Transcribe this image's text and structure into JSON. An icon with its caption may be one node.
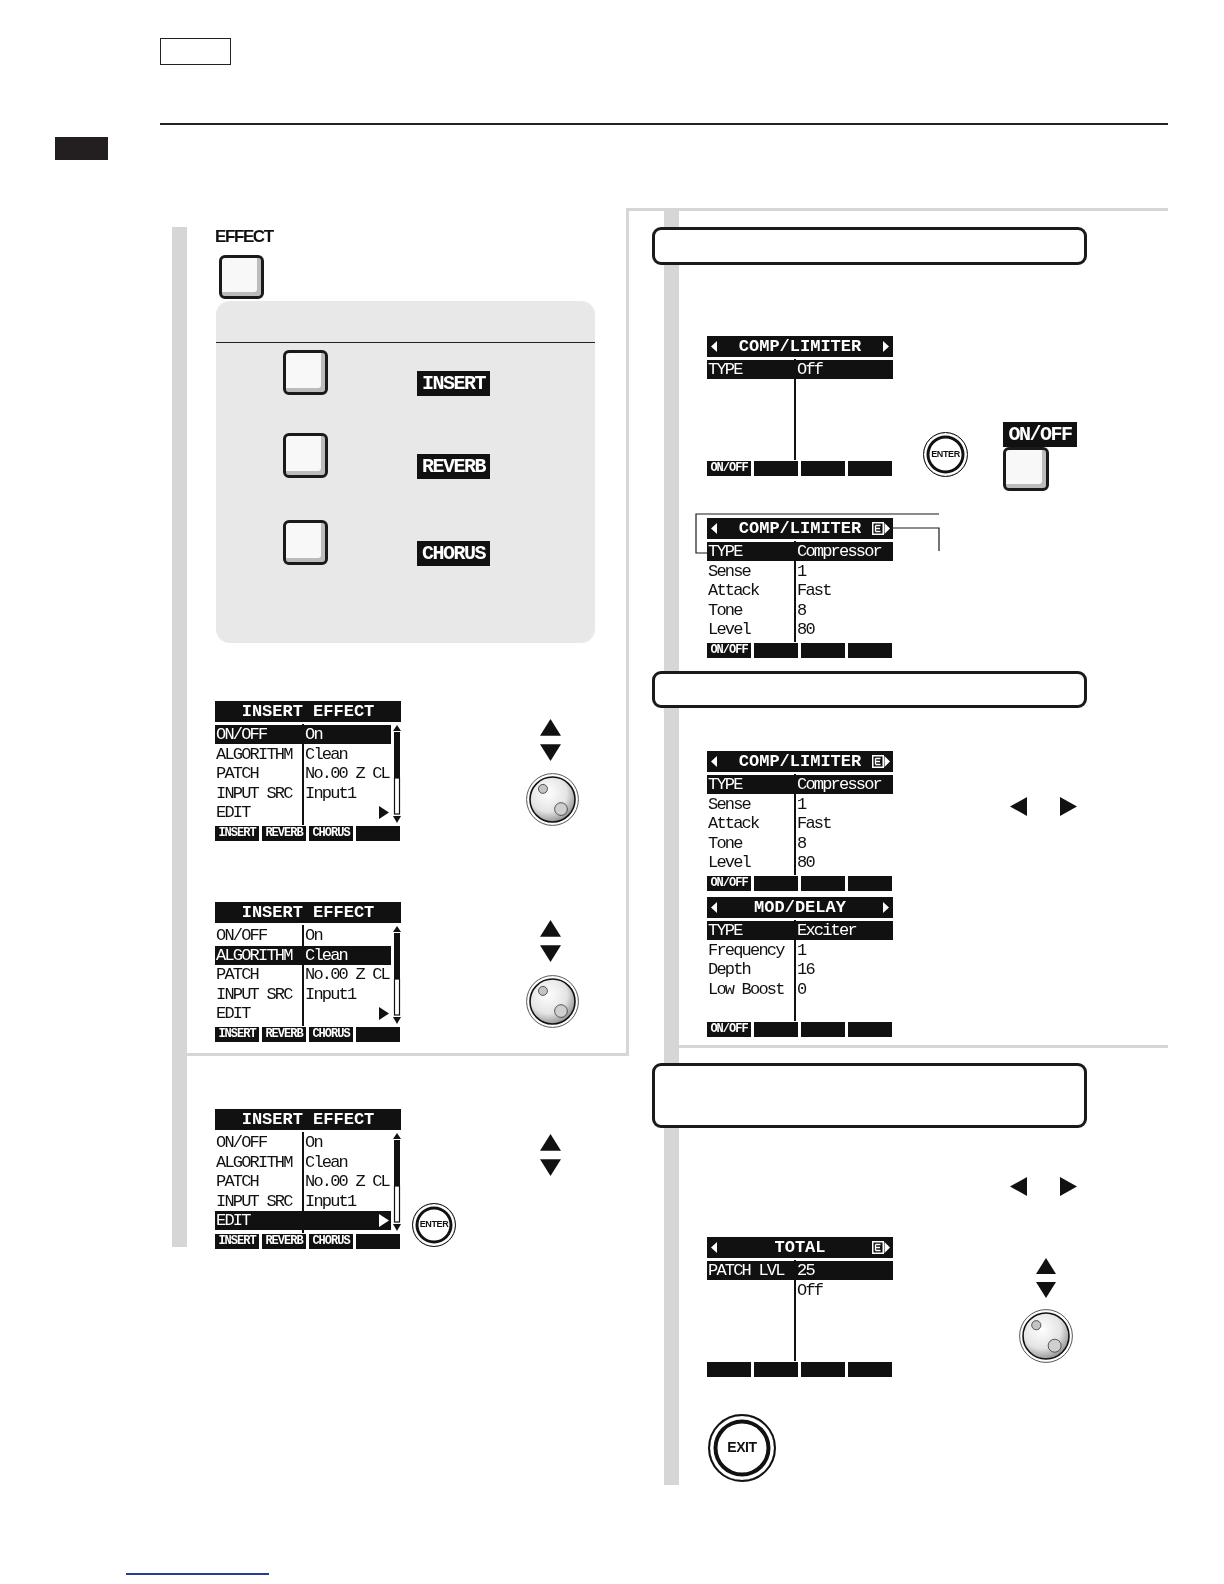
{
  "diagram": {
    "nodes": [
      {
        "text": [],
        "shape": "bar"
      },
      {
        "text": [
          "EFFECT"
        ]
      },
      {
        "text": [],
        "shape": "box"
      },
      {
        "text": [],
        "shape": "box",
        "in": 2
      },
      {
        "text": [
          "INSERT"
        ],
        "in": 2
      },
      {
        "text": [],
        "shape": "box",
        "in": 2
      },
      {
        "text": [
          "REVERB"
        ],
        "in": 2
      },
      {
        "text": [],
        "shape": "box",
        "in": 2
      },
      {
        "text": [
          "CHORUS"
        ],
        "in": 2
      },
      {
        "text": [
          "INSERT EFFECT",
          "ON/OFF",
          "On",
          "ALGORITHM",
          "Clean",
          "PATCH",
          "No.00 Z CL",
          "INPUT SRC",
          "Input1",
          "EDIT",
          "INSERT",
          "REVERB",
          "CHORUS"
        ]
      },
      {
        "text": [
          "INSERT EFFECT",
          "ON/OFF",
          "On",
          "ALGORITHM",
          "Clean",
          "PATCH",
          "No.00 Z CL",
          "INPUT SRC",
          "Input1",
          "EDIT",
          "INSERT",
          "REVERB",
          "CHORUS"
        ]
      },
      {
        "text": [
          "INSERT EFFECT",
          "ON/OFF",
          "On",
          "ALGORITHM",
          "Clean",
          "PATCH",
          "No.00 Z CL",
          "INPUT SRC",
          "Input1",
          "EDIT",
          "INSERT",
          "REVERB",
          "CHORUS"
        ]
      },
      {
        "text": [
          "ENTER"
        ]
      },
      {
        "text": [],
        "shape": "bar"
      },
      {
        "text": [
          "COMP/LIMITER",
          "TYPE",
          "Off",
          "ON/OFF"
        ]
      },
      {
        "text": [
          "ENTER"
        ]
      },
      {
        "text": [
          "ON/OFF"
        ]
      },
      {
        "text": [
          "COMP/LIMITER",
          "TYPE",
          "Compressor",
          "Sense",
          "1",
          "Attack",
          "Fast",
          "Tone",
          "8",
          "Level",
          "80",
          "ON/OFF"
        ]
      },
      {
        "text": [
          "COMP/LIMITER",
          "TYPE",
          "Compressor",
          "Sense",
          "1",
          "Attack",
          "Fast",
          "Tone",
          "8",
          "Level",
          "80",
          "ON/OFF"
        ]
      },
      {
        "text": [
          "MOD/DELAY",
          "TYPE",
          "Exciter",
          "Frequency",
          "1",
          "Depth",
          "16",
          "Low Boost",
          "0",
          "ON/OFF"
        ]
      },
      {
        "text": [
          "TOTAL",
          "PATCH LVL",
          "25",
          "Off"
        ]
      },
      {
        "text": [
          "EXIT"
        ]
      }
    ],
    "edges": [
      {
        "from": null,
        "to": 17,
        "arrow": "none"
      },
      {
        "from": null,
        "to": 17,
        "arrow": "none"
      }
    ]
  }
}
